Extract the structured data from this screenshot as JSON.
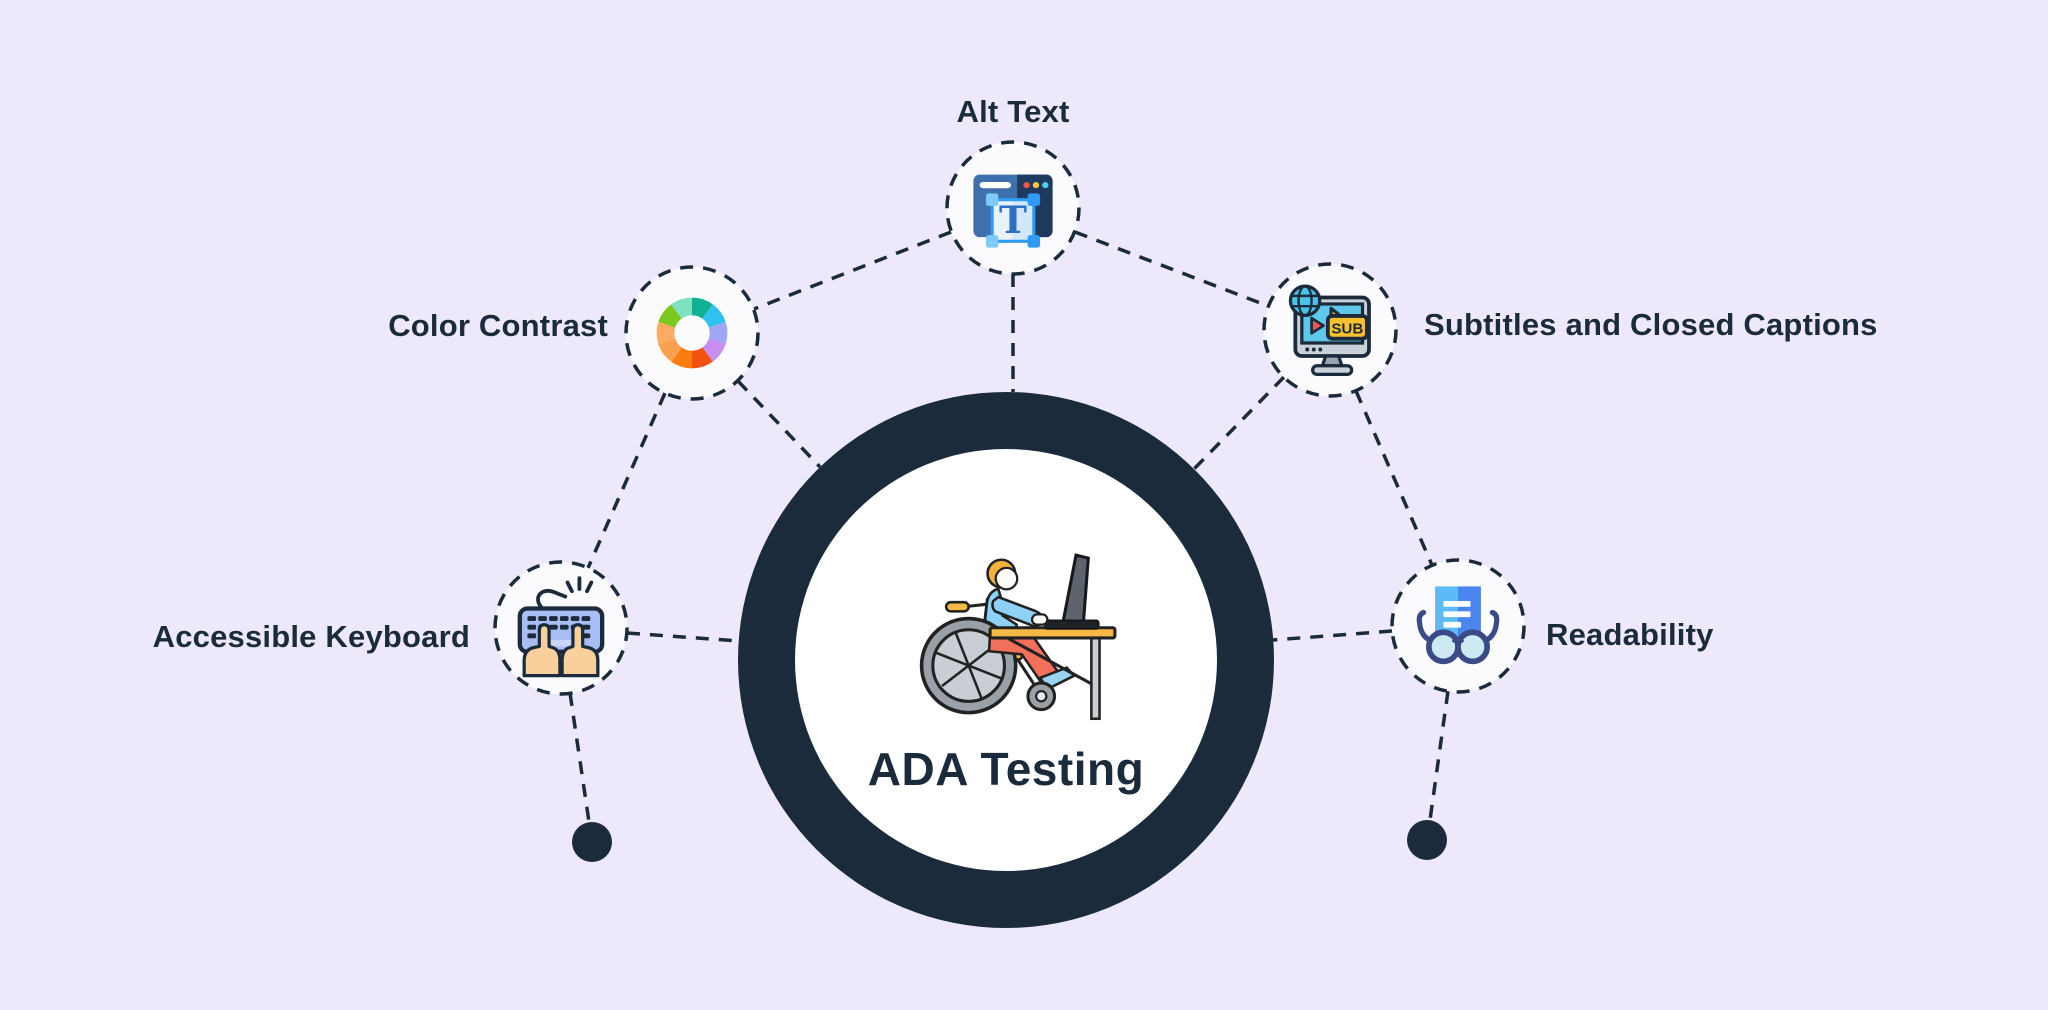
{
  "title": "ADA Testing diagram",
  "palette": {
    "background": "#EDE9FA",
    "dark_navy": "#1B2B3B",
    "node_fill": "#FBFBFE"
  },
  "center": {
    "title": "ADA Testing",
    "illustration": "person-in-wheelchair-working-at-desk-with-laptop"
  },
  "nodes": [
    {
      "id": "alt-text",
      "label": "Alt Text",
      "icon": "alt-text-browser-icon",
      "glyph": "T"
    },
    {
      "id": "color-contrast",
      "label": "Color Contrast",
      "icon": "color-wheel-icon",
      "wheel_colors": [
        "#10B191",
        "#2FC2EE",
        "#9EA6F5",
        "#C88EF2",
        "#F25210",
        "#FA7D10",
        "#FBA051",
        "#FBAC62",
        "#7CC91E",
        "#7EE1C1"
      ]
    },
    {
      "id": "subtitles",
      "label": "Subtitles and Closed Captions",
      "icon": "subtitles-monitor-icon",
      "badge_text": "SUB"
    },
    {
      "id": "keyboard",
      "label": "Accessible Keyboard",
      "icon": "keyboard-hands-icon"
    },
    {
      "id": "readability",
      "label": "Readability",
      "icon": "glasses-document-icon"
    }
  ],
  "edges": [
    [
      "alt-text",
      "color-contrast"
    ],
    [
      "alt-text",
      "subtitles"
    ],
    [
      "color-contrast",
      "keyboard"
    ],
    [
      "subtitles",
      "readability"
    ],
    [
      "alt-text",
      "center"
    ],
    [
      "color-contrast",
      "center"
    ],
    [
      "subtitles",
      "center"
    ],
    [
      "keyboard",
      "center"
    ],
    [
      "readability",
      "center"
    ],
    [
      "keyboard",
      "end-dot-left"
    ],
    [
      "readability",
      "end-dot-right"
    ]
  ]
}
